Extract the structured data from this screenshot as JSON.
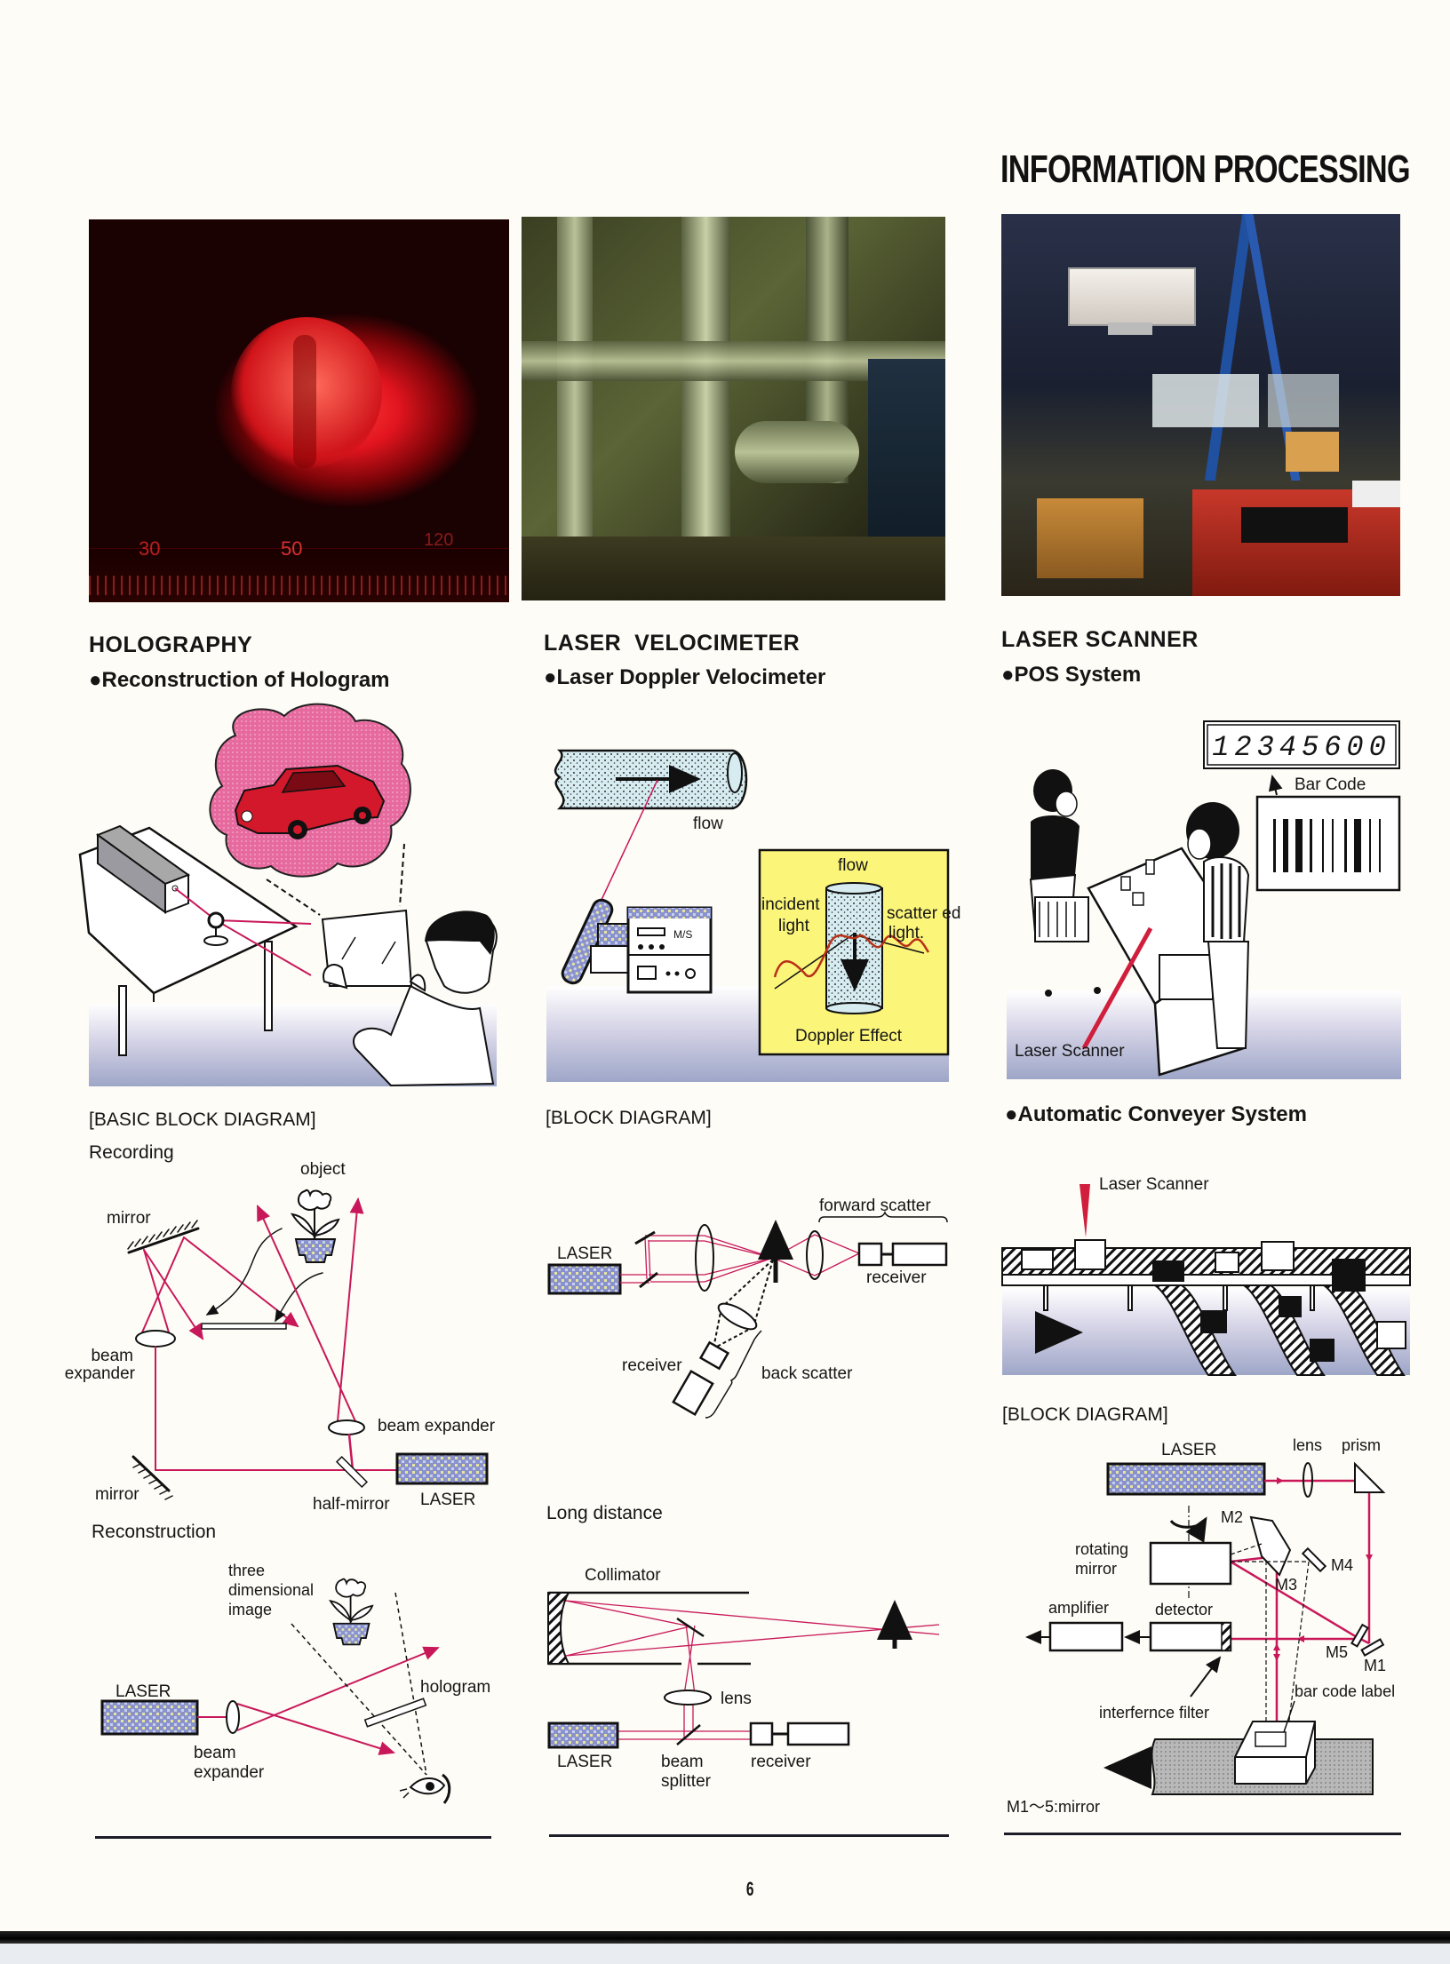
{
  "page": {
    "section_title": "INFORMATION PROCESSING",
    "page_number": "6"
  },
  "photos": {
    "holography_scale": [
      "30",
      "50",
      "120"
    ]
  },
  "holography": {
    "title": "HOLOGRAPHY",
    "subtitle": "●Reconstruction of Hologram",
    "block_heading": "[BASIC BLOCK DIAGRAM]",
    "recording": {
      "label": "Recording",
      "object": "object",
      "mirror_top": "mirror",
      "beam_expander_left": [
        "beam",
        "expander"
      ],
      "beam_expander_right": "beam expander",
      "mirror_bottom": "mirror",
      "half_mirror": "half-mirror",
      "laser": "LASER"
    },
    "reconstruction": {
      "label": "Reconstruction",
      "three_d_image": [
        "three",
        "dimensional",
        "image"
      ],
      "laser": "LASER",
      "hologram": "hologram",
      "beam_expander": [
        "beam",
        "expander"
      ]
    }
  },
  "velocimeter": {
    "title": "LASER  VELOCIMETER",
    "subtitle": "●Laser Doppler Velocimeter",
    "illustration": {
      "flow": "flow",
      "meter_unit": "M/S",
      "doppler_flow": "flow",
      "incident_light": [
        "incident",
        "light"
      ],
      "scattered_light": [
        "scatter ed",
        "light."
      ],
      "doppler_effect": "Doppler Effect"
    },
    "block_heading": "[BLOCK DIAGRAM]",
    "block": {
      "laser": "LASER",
      "forward_scatter": "forward scatter",
      "receiver_forward": "receiver",
      "receiver_back": "receiver",
      "back_scatter": "back scatter"
    },
    "long_distance": {
      "label": "Long distance",
      "collimator": "Collimator",
      "lens": "lens",
      "laser": "LASER",
      "beam_splitter": [
        "beam",
        "splitter"
      ],
      "receiver": "receiver"
    }
  },
  "scanner": {
    "title": "LASER SCANNER",
    "subtitle": "●POS System",
    "pos": {
      "display_value": "12345600",
      "bar_code": "Bar Code",
      "laser_scanner": "Laser Scanner"
    },
    "conveyer_heading": "●Automatic Conveyer System",
    "conveyer": {
      "laser_scanner": "Laser Scanner"
    },
    "block_heading": "[BLOCK DIAGRAM]",
    "block": {
      "laser": "LASER",
      "lens": "lens",
      "prism": "prism",
      "m2": "M2",
      "m3": "M3",
      "m4": "M4",
      "m5": "M5",
      "m1": "M1",
      "rotating_mirror": [
        "rotating",
        "mirror"
      ],
      "amplifier": "amplifier",
      "detector": "detector",
      "interference_filter": "interfernce filter",
      "bar_code_label": "bar code label",
      "legend": "M1～5:mirror"
    }
  },
  "colors": {
    "laser_beam": "#c8185a",
    "scanner_red": "#d01e3c",
    "doppler_box": "#fbf57a",
    "cloud_pink": "#e86aa0"
  }
}
